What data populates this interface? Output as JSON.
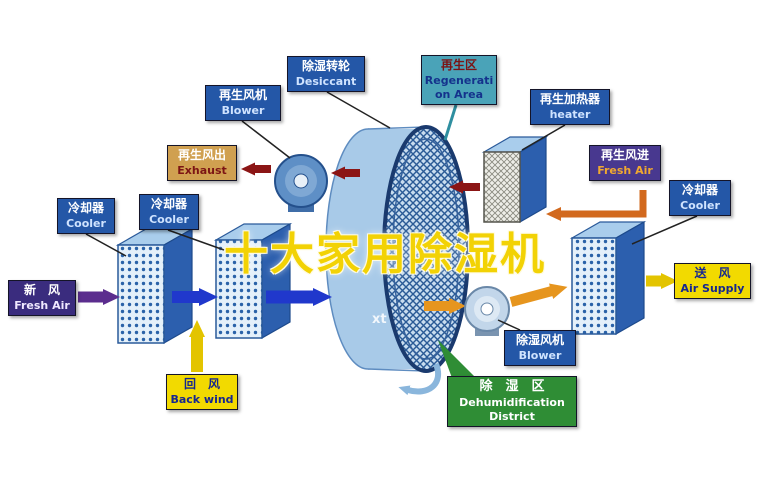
{
  "watermark": {
    "text": "十大家用除湿机",
    "small_mark": "xt"
  },
  "labels": {
    "regen_blower": {
      "zh": "再生风机",
      "en": "Blower"
    },
    "desiccant": {
      "zh": "除湿转轮",
      "en": "Desiccant"
    },
    "regen_area": {
      "zh": "再生区",
      "en1": "Regenerati",
      "en2": "on Area"
    },
    "regen_heater": {
      "zh": "再生加热器",
      "en": "heater"
    },
    "regen_exhaust": {
      "zh": "再生风出",
      "en": "Exhaust"
    },
    "regen_freshair": {
      "zh": "再生风进",
      "en": "Fresh Air"
    },
    "cooler_left1": {
      "zh": "冷却器",
      "en": "Cooler"
    },
    "cooler_left2": {
      "zh": "冷却器",
      "en": "Cooler"
    },
    "cooler_right": {
      "zh": "冷却器",
      "en": "Cooler"
    },
    "fresh_air_inlet": {
      "zh": "新　风",
      "en": "Fresh Air"
    },
    "air_supply": {
      "zh": "送　风",
      "en": "Air Supply"
    },
    "back_wind": {
      "zh": "回　风",
      "en": "Back wind"
    },
    "dehum_blower": {
      "zh": "除湿风机",
      "en": "Blower"
    },
    "dehum_district": {
      "zh": "除　湿　区",
      "en1": "Dehumidification",
      "en2": "District"
    }
  },
  "colors": {
    "arrow_purple": "#5b2d8e",
    "arrow_blue": "#2038cc",
    "arrow_yellow": "#e3c400",
    "arrow_orange": "#e6951e",
    "arrow_brown_orange": "#d2691e",
    "arrow_dark_red": "#8b1515",
    "connector_teal": "#2f8fa0",
    "wedge_green": "#2f8d35",
    "label_blue_bg": "#2457a7",
    "label_teal_bg": "#4aa3b8",
    "label_tan_bg": "#d0a050",
    "label_purple_bg": "#3a2c7e",
    "label_yellow_bg": "#f2da00",
    "label_green_bg": "#2f8d35",
    "wheel_body_blue": "#a8cae8",
    "watermark_yellow": "#f2d205"
  }
}
